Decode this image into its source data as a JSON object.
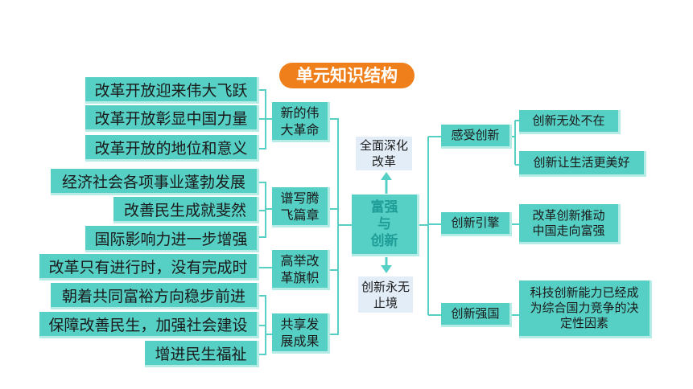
{
  "title": "单元知识结构",
  "center": {
    "line1": "富强",
    "line2": "与",
    "line3": "创新"
  },
  "up_label": "全面深化改革",
  "down_label": "创新永无止境",
  "left_groups": [
    {
      "label": "新的伟大革命",
      "items": [
        "改革开放迎来伟大飞跃",
        "改革开放彰显中国力量",
        "改革开放的地位和意义"
      ]
    },
    {
      "label": "谱写腾飞篇章",
      "items": [
        "经济社会各项事业蓬勃发展",
        "改善民生成就斐然",
        "国际影响力进一步增强"
      ]
    },
    {
      "label": "高举改革旗帜",
      "items": [
        "改革只有进行时，没有完成时"
      ]
    },
    {
      "label": "共享发展成果",
      "items": [
        "朝着共同富裕方向稳步前进",
        "保障改善民生，加强社会建设",
        "增进民生福祉"
      ]
    }
  ],
  "right_groups": [
    {
      "label": "感受创新",
      "items": [
        "创新无处不在",
        "创新让生活更美好"
      ]
    },
    {
      "label": "创新引擎",
      "items": [
        "改革创新推动中国走向富强"
      ]
    },
    {
      "label": "创新强国",
      "items": [
        "科技创新能力已经成为综合国力竞争的决定性因素"
      ]
    }
  ]
}
